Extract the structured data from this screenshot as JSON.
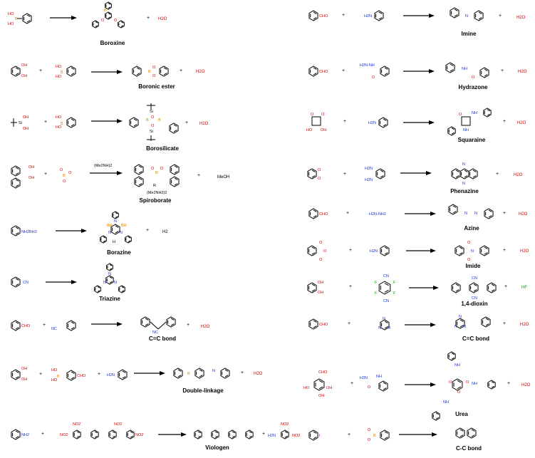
{
  "water": "H2O",
  "plus": "+",
  "reactions": [
    {
      "key": "boroxine",
      "product_label": "Boroxine",
      "side": "H2O"
    },
    {
      "key": "boronic-ester",
      "product_label": "Boronic ester",
      "side": "H2O"
    },
    {
      "key": "borosilicate",
      "product_label": "Borosilicate",
      "side": "H2O"
    },
    {
      "key": "spiroborate",
      "product_label": "Spiroborate",
      "side": "MeOH",
      "reagent": "(Me2NH)2",
      "counter": "(Me2NH2)2",
      "r_label": "R"
    },
    {
      "key": "borazine",
      "product_label": "Borazine",
      "side": "H2"
    },
    {
      "key": "triazine",
      "product_label": "Triazine"
    },
    {
      "key": "cc-bond-alkene",
      "product_label": "C=C bond",
      "side": "H2O"
    },
    {
      "key": "double-linkage",
      "product_label": "Double-linkage",
      "side": "H2O"
    },
    {
      "key": "viologen",
      "product_label": "Viologen"
    },
    {
      "key": "imine",
      "product_label": "Imine",
      "side": "H2O"
    },
    {
      "key": "hydrazone",
      "product_label": "Hydrazone",
      "side": "H2O"
    },
    {
      "key": "squaraine",
      "product_label": "Squaraine",
      "side": "H2O"
    },
    {
      "key": "phenazine",
      "product_label": "Phenazine",
      "side": "H2O"
    },
    {
      "key": "azine",
      "product_label": "Azine",
      "side": "H2O"
    },
    {
      "key": "imide",
      "product_label": "Imide",
      "side": "H2O"
    },
    {
      "key": "dioxin",
      "product_label": "1,4-dioxin",
      "side": "HF"
    },
    {
      "key": "cc-bond-triazine",
      "product_label": "C=C bond",
      "side": "H2O"
    },
    {
      "key": "urea",
      "product_label": "Urea",
      "side": "H2O"
    },
    {
      "key": "cc-bond-coupling",
      "product_label": "C-C bond"
    }
  ],
  "atoms": {
    "cho": "CHO",
    "h2n": "H2N",
    "nh2": "NH2",
    "oh": "OH",
    "ho": "HO",
    "b": "B",
    "o": "O",
    "n": "N",
    "si": "Si",
    "cn": "CN",
    "nc": "NC",
    "f": "F",
    "i": "I",
    "no2": "NO2",
    "nh2bh3": "NH2BH3",
    "bh": "BH",
    "hn": "HN",
    "h": "H",
    "hydrazine": "H2N-NH2",
    "hydrazide": "H2N-NH",
    "amide_nh": "NH"
  }
}
